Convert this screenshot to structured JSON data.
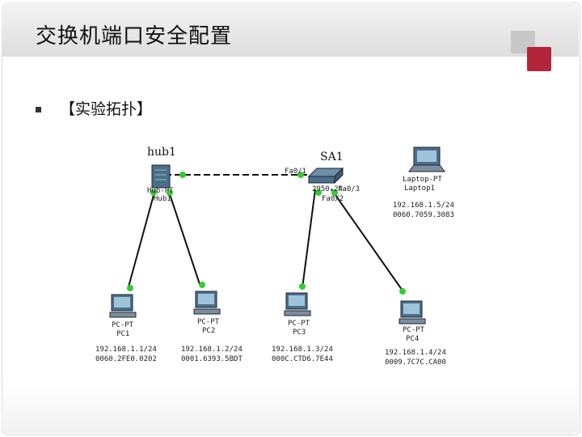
{
  "slide": {
    "title": "交换机端口安全配置",
    "bullet": "【实验拓扑】"
  },
  "topology": {
    "hub": {
      "name": "hub1",
      "model": "Hub-PT",
      "line2": "Hub1"
    },
    "switch": {
      "name": "SA1",
      "model": "2950-24"
    },
    "ports": {
      "sw_fa01": "Fa0/1",
      "sw_fa03": "Fa0/3",
      "sw_fa02": "Fa0/2"
    },
    "laptop": {
      "model": "Laptop-PT",
      "name": "Laptop1",
      "ip": "192.168.1.5/24",
      "mac": "0060.7059.3083"
    },
    "pcs": [
      {
        "model": "PC-PT",
        "name": "PC1",
        "ip": "192.168.1.1/24",
        "mac": "0060.2FE0.0202"
      },
      {
        "model": "PC-PT",
        "name": "PC2",
        "ip": "192.168.1.2/24",
        "mac": "0001.6393.5BDT"
      },
      {
        "model": "PC-PT",
        "name": "PC3",
        "ip": "192.168.1.3/24",
        "mac": "000C.CTD6.7E44"
      },
      {
        "model": "PC-PT",
        "name": "PC4",
        "ip": "192.168.1.4/24",
        "mac": "0009.7C7C.CA00"
      }
    ],
    "colors": {
      "link": "#111111",
      "port_dot": "#33cc33",
      "device": "#4a6f8a"
    }
  }
}
